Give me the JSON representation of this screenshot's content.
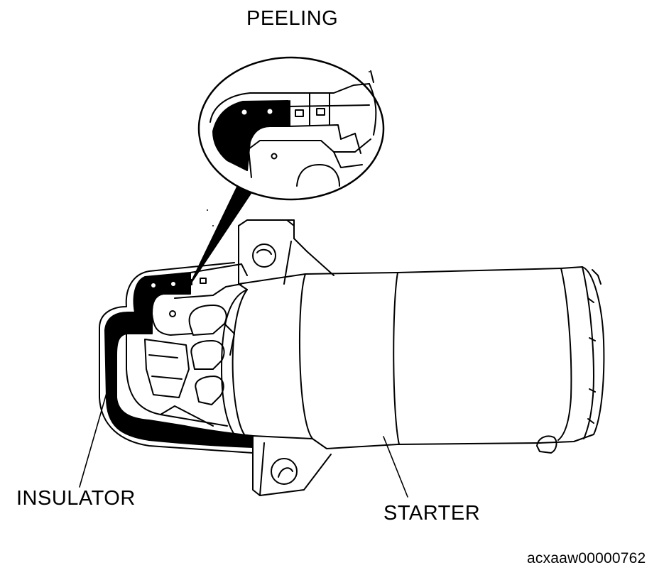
{
  "labels": {
    "peeling": "PEELING",
    "insulator": "INSULATOR",
    "starter": "STARTER",
    "figure_code": "acxaaw00000762"
  },
  "colors": {
    "ink": "#000000",
    "paper": "#ffffff"
  }
}
